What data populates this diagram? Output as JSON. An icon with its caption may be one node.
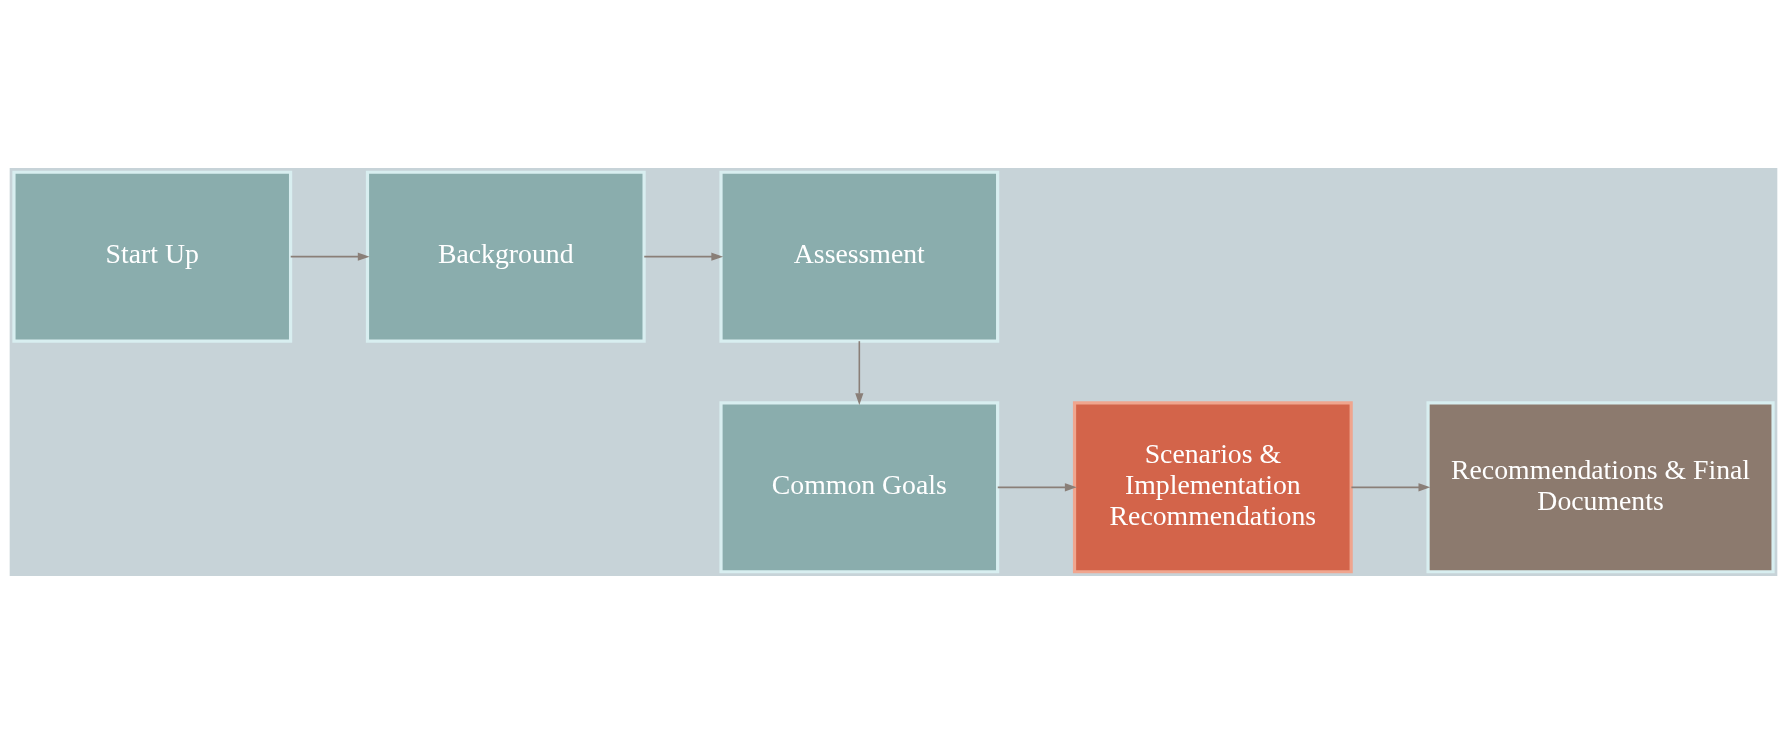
{
  "diagram": {
    "nodes": [
      {
        "text": [
          "Start Up"
        ]
      },
      {
        "text": [
          "Background"
        ]
      },
      {
        "text": [
          "Assessment"
        ]
      },
      {
        "text": [
          "Common Goals"
        ]
      },
      {
        "text": [
          "Scenarios & Implementation Recommendations"
        ]
      },
      {
        "text": [
          "Recommendations & Final Documents"
        ]
      }
    ],
    "edges": [
      {
        "from": 0,
        "to": 1,
        "arrow": "to"
      },
      {
        "from": 1,
        "to": 2,
        "arrow": "to"
      },
      {
        "from": 2,
        "to": 3,
        "arrow": "to"
      },
      {
        "from": 3,
        "to": 4,
        "arrow": "to"
      },
      {
        "from": 4,
        "to": 5,
        "arrow": "to"
      }
    ]
  }
}
